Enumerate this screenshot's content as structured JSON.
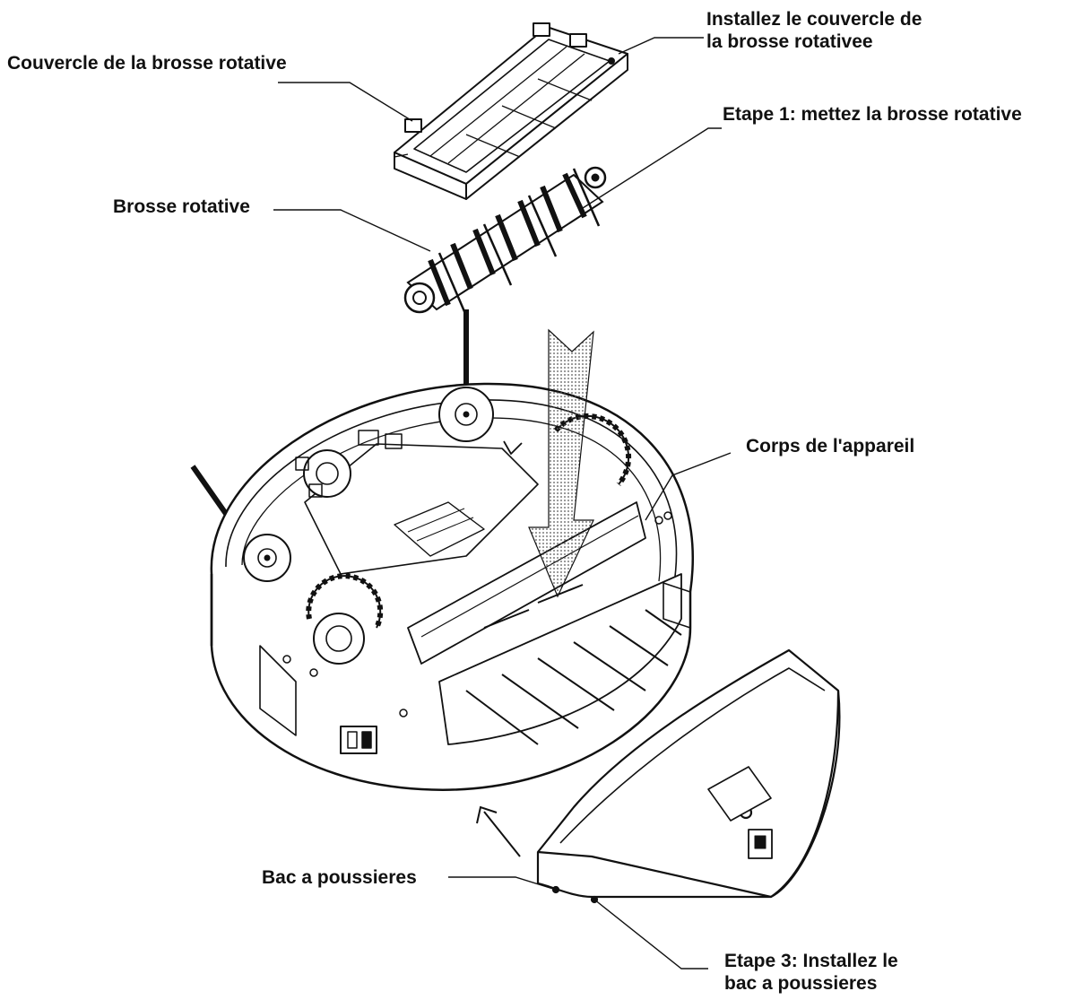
{
  "labels": {
    "install_cover": [
      "Installez le couvercle de",
      "la brosse rotativee"
    ],
    "cover": "Couvercle de la brosse rotative",
    "step1": "Etape 1: mettez la brosse rotative",
    "brush": "Brosse rotative",
    "body": "Corps de l'appareil",
    "bin": "Bac a poussieres",
    "step3": [
      "Etape 3: Installez le",
      "bac a poussieres"
    ]
  },
  "colors": {
    "line": "#111111",
    "background": "#ffffff"
  }
}
